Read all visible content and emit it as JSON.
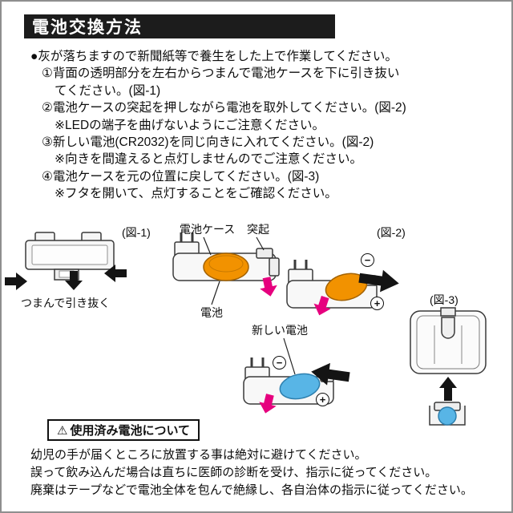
{
  "page": {
    "title": "電池交換方法"
  },
  "instructions": {
    "lines": [
      "●灰が落ちますので新聞紙等で養生をした上で作業してください。",
      "①背面の透明部分を左右からつまんで電池ケースを下に引き抜い",
      "てください。(図-1)",
      "②電池ケースの突起を押しながら電池を取外してください。(図-2)",
      "※LEDの端子を曲げないようにご注意ください。",
      "③新しい電池(CR2032)を同じ向きに入れてください。(図-2)",
      "※向きを間違えると点灯しませんのでご注意ください。",
      "④電池ケースを元の位置に戻してください。(図-3)",
      "※フタを開いて、点灯することをご確認ください。"
    ]
  },
  "figures": {
    "fig1_label": "(図-1)",
    "fig2_label": "(図-2)",
    "fig3_label": "(図-3)",
    "battery_case_label": "電池ケース",
    "protrusion_label": "突起",
    "battery_label": "電池",
    "new_battery_label": "新しい電池",
    "pinch_caption": "つまんで引き抜く",
    "minus": "−",
    "plus": "+"
  },
  "warning": {
    "icon": "⚠",
    "title": "使用済み電池について",
    "lines": [
      "幼児の手が届くところに放置する事は絶対に避けてください。",
      "誤って飲み込んだ場合は直ちに医師の診断を受け、指示に従ってください。",
      "廃棄はテープなどで電池全体を包んで絶縁し、各自治体の指示に従ってください。"
    ]
  },
  "colors": {
    "header_bg": "#1c1c1c",
    "battery_orange": "#f29200",
    "battery_new_blue": "#58b5e6",
    "arrow_pink": "#e6007e"
  }
}
